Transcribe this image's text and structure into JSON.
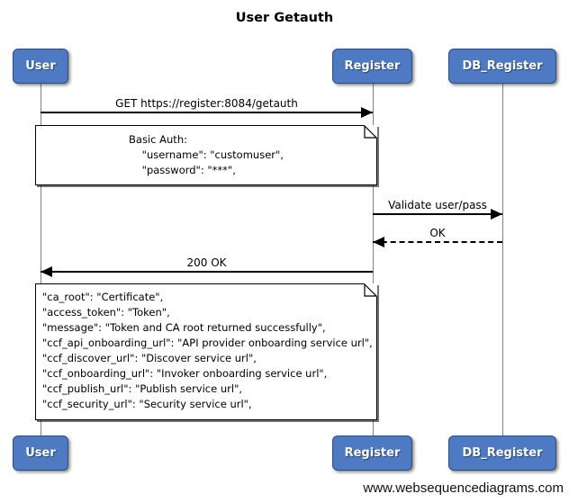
{
  "title": "User Getauth",
  "watermark": "www.websequencediagrams.com",
  "actors": [
    {
      "name": "User"
    },
    {
      "name": "Register"
    },
    {
      "name": "DB_Register"
    }
  ],
  "messages": [
    {
      "label": "GET https://register:8084/getauth",
      "from": "User",
      "to": "Register",
      "line": "solid"
    },
    {
      "label": "Validate user/pass",
      "from": "Register",
      "to": "DB_Register",
      "line": "solid"
    },
    {
      "label": "OK",
      "from": "DB_Register",
      "to": "Register",
      "line": "dashed"
    },
    {
      "label": "200 OK",
      "from": "Register",
      "to": "User",
      "line": "solid"
    }
  ],
  "notes": [
    {
      "lines": [
        "Basic Auth:",
        "    \"username\": \"customuser\",",
        "    \"password\": \"***\","
      ]
    },
    {
      "lines": [
        "\"ca_root\": \"Certificate\",",
        "\"access_token\": \"Token\",",
        "\"message\": \"Token and CA root returned successfully\",",
        "\"ccf_api_onboarding_url\": \"API provider onboarding service url\",",
        "\"ccf_discover_url\": \"Discover service url\",",
        "\"ccf_onboarding_url\": \"Invoker onboarding service url\",",
        "\"ccf_publish_url\": \"Publish service url\",",
        "\"ccf_security_url\": \"Security service url\","
      ]
    }
  ],
  "colors": {
    "actor_fill": "#4d7ac2",
    "actor_border": "#2e4d7b",
    "actor_text": "#ffffff",
    "lifeline": "#808080",
    "message_line": "#000000",
    "note_bg": "#ffffff",
    "note_border": "#000000",
    "background": "#ffffff"
  }
}
